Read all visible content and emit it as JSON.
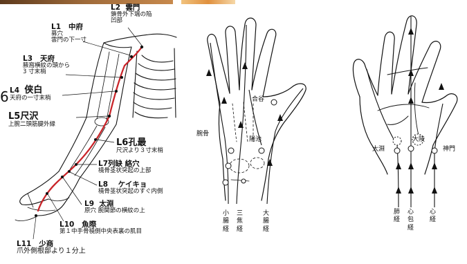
{
  "colors": {
    "meridian_line": "#c9252a",
    "ink": "#111111",
    "strip_left": "#8a5a2c",
    "strip_right": "#d88b3a"
  },
  "arm": {
    "points": [
      {
        "id": "L2",
        "code": "L2",
        "name": "雲門",
        "desc": "鎖骨外下端の陥\n凹部"
      },
      {
        "id": "L1",
        "code": "L1",
        "name": "中府",
        "desc": "募穴\n雲門の下一寸"
      },
      {
        "id": "L3",
        "code": "L3",
        "name": "天府",
        "desc": "腋窩横紋の頭から\n3 寸末梢"
      },
      {
        "id": "L4",
        "code": "L4",
        "name": "侠白",
        "desc": "天府の一寸末梢"
      },
      {
        "id": "L5",
        "code": "L5",
        "name": "尺沢",
        "desc": "上腕二頭筋腱外縁"
      },
      {
        "id": "L6",
        "code": "L6",
        "name": "孔最",
        "desc": "尺沢より３寸末梢"
      },
      {
        "id": "L7",
        "code": "L7",
        "name": "列缺  絡穴",
        "desc": "橈骨茎状突起の上部"
      },
      {
        "id": "L8",
        "code": "L8",
        "name": "ケイキョ",
        "desc": "橈骨茎状突起のすぐ内側"
      },
      {
        "id": "L9",
        "code": "L9",
        "name": "太淵",
        "desc": "原穴  腕関節の横紋の上"
      },
      {
        "id": "L10",
        "code": "L10",
        "name": "魚際",
        "desc": "第１中手骨橈側中央表裏の肌目"
      },
      {
        "id": "L11",
        "code": "L11",
        "name": "少商",
        "desc": "爪外側根部より１分上"
      }
    ],
    "edge_glyph": "6"
  },
  "back_hand": {
    "labels": {
      "hegu": "合谷",
      "yangchi": "陽池",
      "wangu": "腕骨"
    },
    "meridians": [
      {
        "id": "si",
        "chars": [
          "小",
          "腸",
          "経"
        ]
      },
      {
        "id": "sj",
        "chars": [
          "三",
          "焦",
          "経"
        ]
      },
      {
        "id": "li",
        "chars": [
          "大",
          "腸",
          "経"
        ]
      }
    ]
  },
  "palm": {
    "labels": {
      "taiyuan": "太淵",
      "daling": "大陵",
      "shenmen": "神門"
    },
    "meridians": [
      {
        "id": "lu",
        "chars": [
          "肺",
          "経"
        ]
      },
      {
        "id": "pc",
        "chars": [
          "心",
          "包",
          "経"
        ]
      },
      {
        "id": "ht",
        "chars": [
          "心",
          "経"
        ]
      }
    ]
  }
}
